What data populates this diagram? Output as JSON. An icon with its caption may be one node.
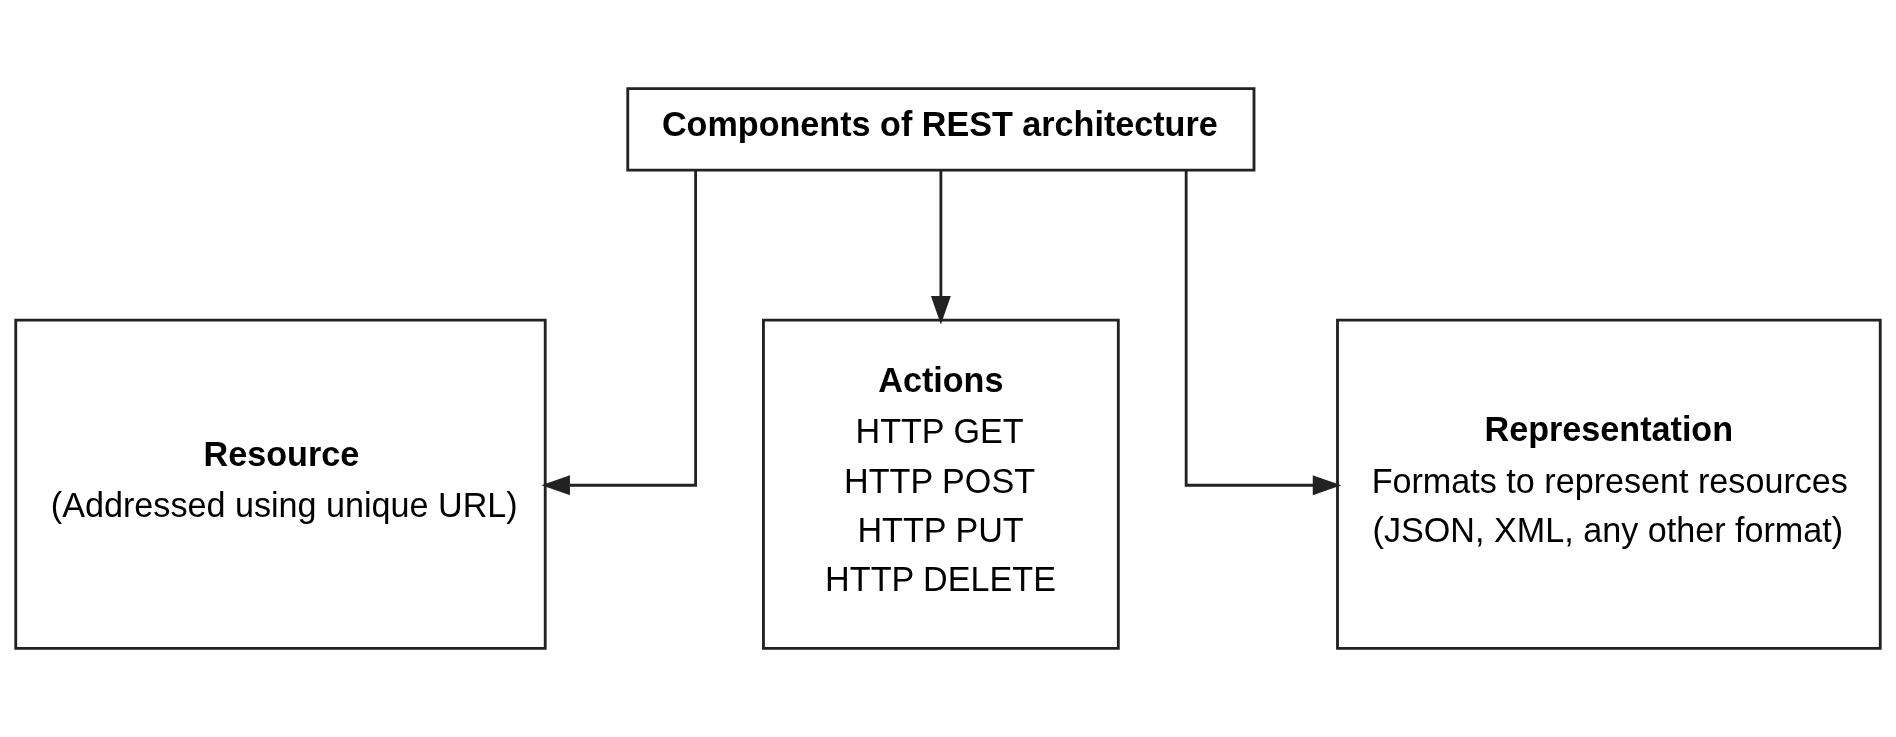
{
  "diagram": {
    "nodes": [
      {
        "text": [
          "Components of REST architecture"
        ]
      },
      {
        "text": [
          "Resource",
          "(Addressed using unique URL)"
        ]
      },
      {
        "text": [
          "Actions",
          "HTTP GET",
          "HTTP POST",
          "HTTP PUT",
          "HTTP DELETE"
        ]
      },
      {
        "text": [
          "Representation",
          "Formats to represent resources",
          "(JSON, XML, any other format)"
        ]
      }
    ],
    "edges": [
      {
        "from": 0,
        "to": 1,
        "arrow": "to"
      },
      {
        "from": 0,
        "to": 2,
        "arrow": "to"
      },
      {
        "from": 0,
        "to": 3,
        "arrow": "to"
      }
    ]
  }
}
